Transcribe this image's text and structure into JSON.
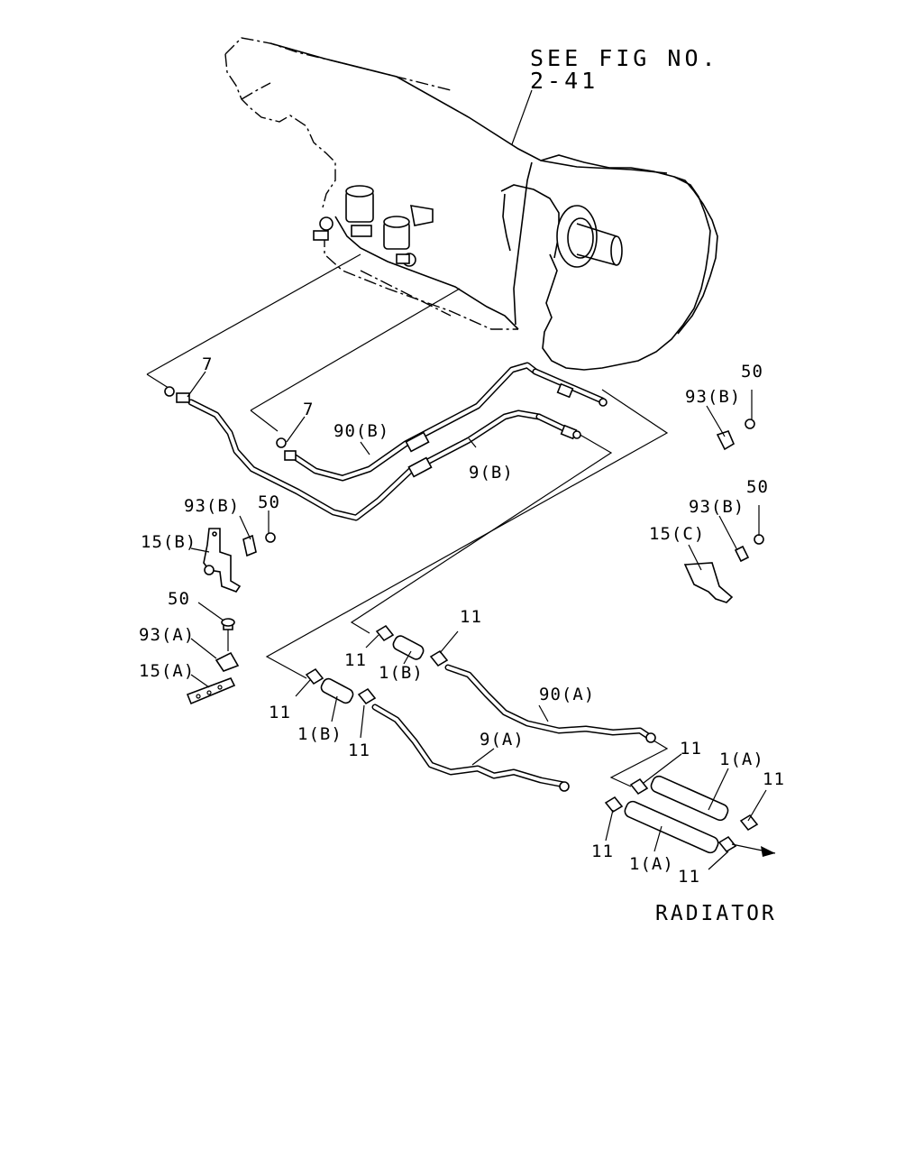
{
  "diagram": {
    "ref_note": {
      "line1": "SEE FIG NO.",
      "line2": "2-41"
    },
    "destination": "RADIATOR",
    "callouts": {
      "c7_upper": "7",
      "c7_lower": "7",
      "c90b": "90(B)",
      "c9b": "9(B)",
      "c50_r1": "50",
      "c93b_r1": "93(B)",
      "c50_r2": "50",
      "c93b_r2": "93(B)",
      "c15c": "15(C)",
      "c93b_l": "93(B)",
      "c50_l1": "50",
      "c15b": "15(B)",
      "c50_l2": "50",
      "c93a": "93(A)",
      "c15a": "15(A)",
      "c11_a": "11",
      "c11_b": "11",
      "c1b_upper": "1(B)",
      "c11_c": "11",
      "c1b_lower": "1(B)",
      "c11_d": "11",
      "c90a": "90(A)",
      "c9a": "9(A)",
      "c11_e": "11",
      "c1a_upper": "1(A)",
      "c11_f": "11",
      "c11_g": "11",
      "c1a_lower": "1(A)",
      "c11_h": "11"
    }
  }
}
